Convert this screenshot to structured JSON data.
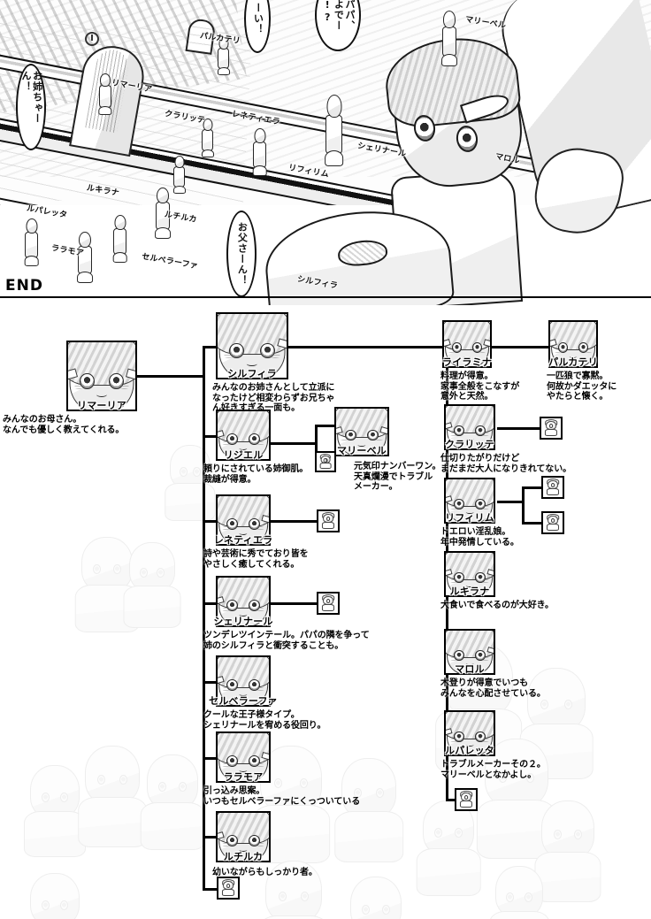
{
  "page": {
    "end_mark": "END"
  },
  "manga_panel": {
    "speech_bubbles": [
      {
        "id": "bubble-onee-chan",
        "text": "お姉ちゃーん！"
      },
      {
        "id": "bubble-hai",
        "text": "ーい！"
      },
      {
        "id": "bubble-papa",
        "text": "パパ、\nよでー\n!?"
      },
      {
        "id": "bubble-otousan",
        "text": "お父さーん！"
      }
    ],
    "name_tags": [
      {
        "id": "tag-rimaria",
        "text": "リマーリア"
      },
      {
        "id": "tag-parukateri",
        "text": "パルカテリ"
      },
      {
        "id": "tag-kuraritte",
        "text": "クラリッテ"
      },
      {
        "id": "tag-renetiera",
        "text": "レネティエラ"
      },
      {
        "id": "tag-maribel",
        "text": "マリーベル"
      },
      {
        "id": "tag-rifirimu",
        "text": "リフィリム"
      },
      {
        "id": "tag-sherinaru",
        "text": "シェリナール"
      },
      {
        "id": "tag-maroru",
        "text": "マロル"
      },
      {
        "id": "tag-ruparetta",
        "text": "ルパレッタ"
      },
      {
        "id": "tag-rukirana",
        "text": "ルキラナ"
      },
      {
        "id": "tag-raramoa",
        "text": "ララモア"
      },
      {
        "id": "tag-ruchiruka",
        "text": "ルチルカ"
      },
      {
        "id": "tag-serberafa",
        "text": "セルベラーファ"
      },
      {
        "id": "tag-sylphira",
        "text": "シルフィラ"
      }
    ]
  },
  "family_chart": {
    "mother": {
      "name": "リマーリア",
      "desc": "みんなのお母さん。\nなんでも優しく教えてくれる。"
    },
    "left_children": [
      {
        "name": "シルフィラ",
        "desc": "みんなのお姉さんとして立派に\nなったけど相変わらずお兄ちゃ\nん好きすぎる一面も。"
      },
      {
        "name": "リジエル",
        "desc": "頼りにされている姉御肌。\n裁縫が得意。"
      },
      {
        "name": "レネティエラ",
        "desc": "詩や芸術に秀でており皆を\nやさしく癒してくれる。"
      },
      {
        "name": "シェリナール",
        "desc": "ツンデレツインテール。パパの隣を争って\n姉のシルフィラと衝突することも。"
      },
      {
        "name": "セルベラーファ",
        "desc": "クールな王子様タイプ。\nシェリナールを宥める役回り。"
      },
      {
        "name": "ララモア",
        "desc": "引っ込み思案。\nいつもセルベラーファにくっついている"
      },
      {
        "name": "ルチルカ",
        "desc": "幼いながらもしっかり者。"
      }
    ],
    "middle_child": {
      "name": "マリーベル",
      "desc": "元気印ナンバーワン。\n天真爛漫でトラブル\nメーカー。"
    },
    "right_children": [
      {
        "name": "ライラミナ",
        "desc": "料理が得意。\n家事全般をこなすが\n意外と天然。"
      },
      {
        "name": "クラリッテ",
        "desc": "仕切りたがりだけど\nまだまだ大人になりきれてない。"
      },
      {
        "name": "リフィリム",
        "desc": "ドエロい淫乱娘。\n年中発情している。"
      },
      {
        "name": "ルキラナ",
        "desc": "大食いで食べるのが大好き。"
      },
      {
        "name": "マロル",
        "desc": "木登りが得意でいつも\nみんなを心配させている。"
      },
      {
        "name": "ルパレッタ",
        "desc": "トラブルメーカーその２。\nマリーベルとなかよし。"
      }
    ],
    "top_right_child": {
      "name": "パルカテリ",
      "desc": "一匹狼で寡黙。\n何故かダエッタに\nやたらと懐く。"
    }
  },
  "colors": {
    "ink": "#000000",
    "paper": "#ffffff",
    "line_art_gray": "#d2d2d2"
  }
}
